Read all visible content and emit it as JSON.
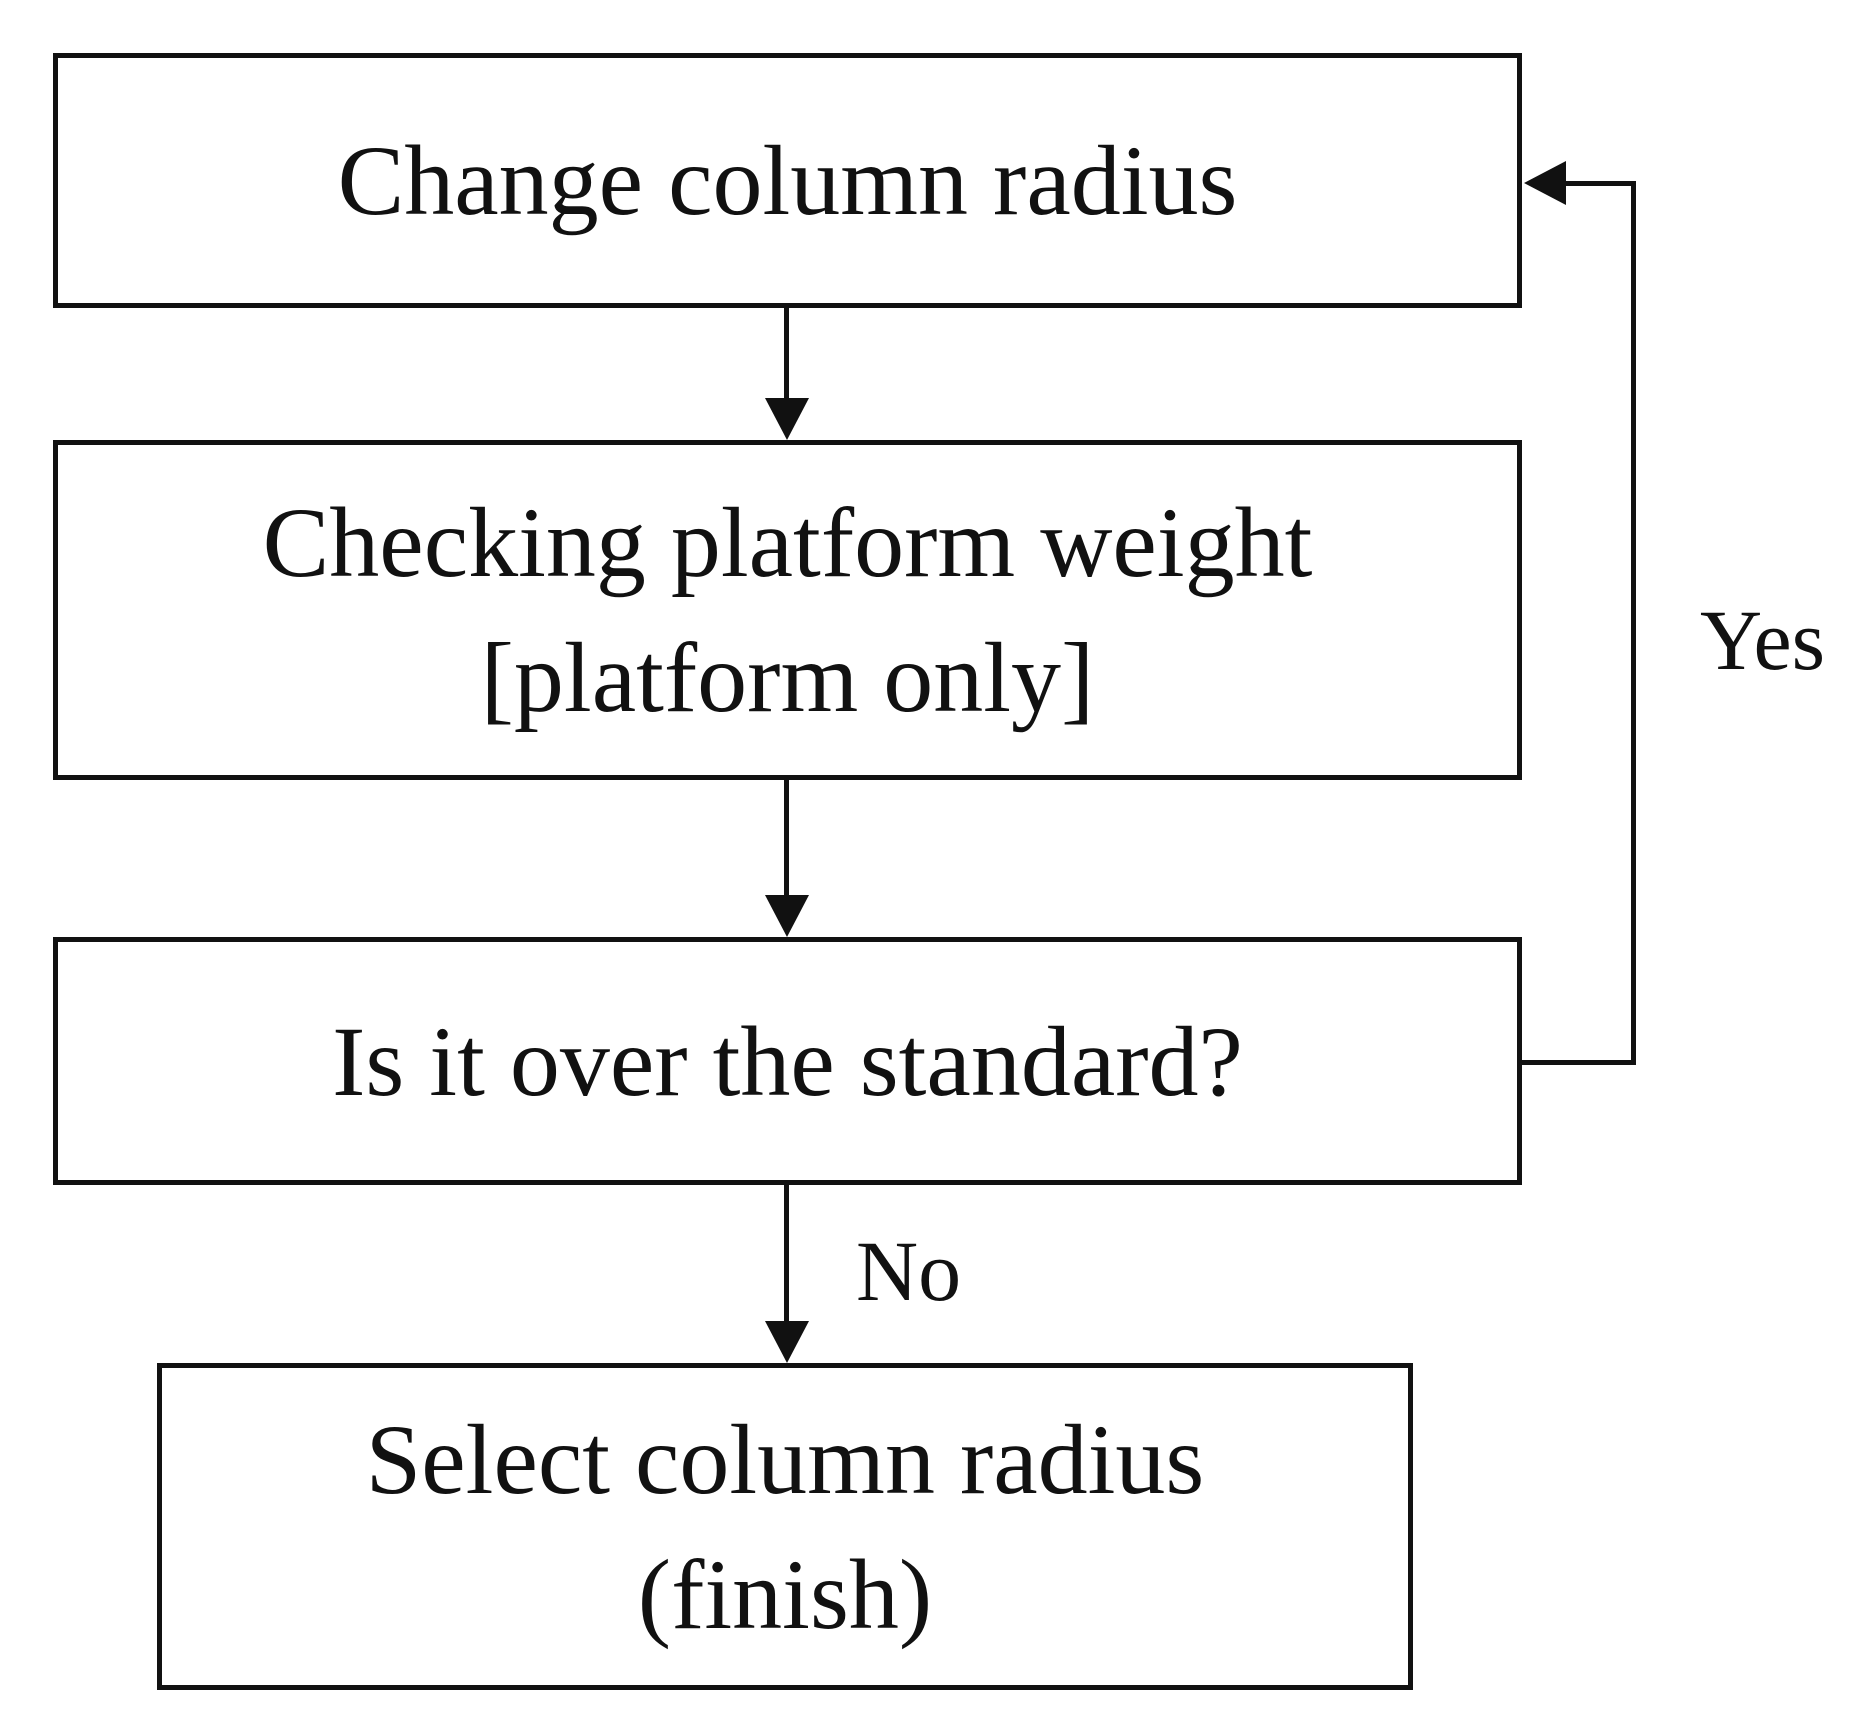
{
  "diagram": {
    "type": "flowchart",
    "background_color": "#ffffff",
    "line_color": "#111111",
    "nodes": [
      {
        "id": "change-column-radius",
        "lines": [
          "Change column radius"
        ]
      },
      {
        "id": "checking-platform-weight",
        "lines": [
          "Checking platform weight",
          "[platform only]"
        ]
      },
      {
        "id": "is-it-over-standard",
        "lines": [
          "Is it over the standard?"
        ]
      },
      {
        "id": "select-column-radius",
        "lines": [
          "Select column radius",
          "(finish)"
        ]
      }
    ],
    "edges": [
      {
        "from": "change-column-radius",
        "to": "checking-platform-weight",
        "label": ""
      },
      {
        "from": "checking-platform-weight",
        "to": "is-it-over-standard",
        "label": ""
      },
      {
        "from": "is-it-over-standard",
        "to": "select-column-radius",
        "label": "No"
      },
      {
        "from": "is-it-over-standard",
        "to": "change-column-radius",
        "label": "Yes"
      }
    ]
  }
}
